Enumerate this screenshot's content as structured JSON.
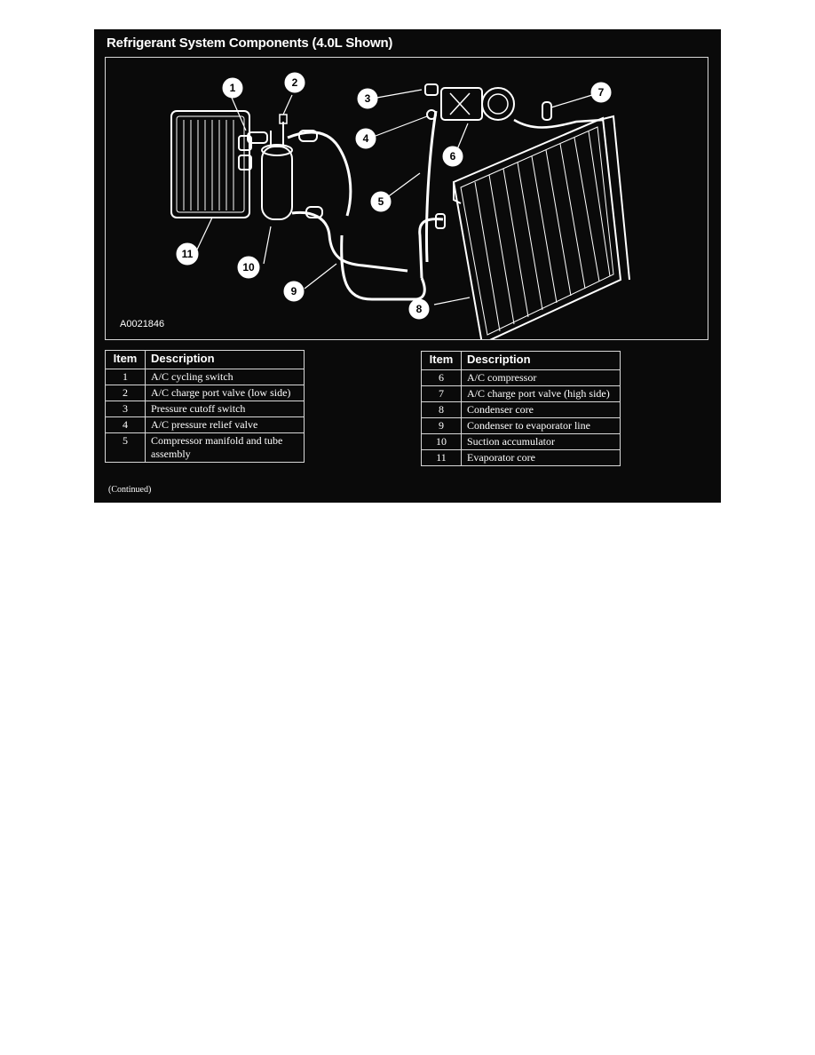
{
  "title": "Refrigerant System Components (4.0L Shown)",
  "figure_code": "A0021846",
  "callouts": [
    "1",
    "2",
    "3",
    "4",
    "5",
    "6",
    "7",
    "8",
    "9",
    "10",
    "11"
  ],
  "legend_left": {
    "header_item": "Item",
    "header_description": "Description",
    "rows": [
      {
        "item": "1",
        "description": "A/C cycling switch"
      },
      {
        "item": "2",
        "description": "A/C charge port valve (low side)"
      },
      {
        "item": "3",
        "description": "Pressure cutoff switch"
      },
      {
        "item": "4",
        "description": "A/C pressure relief valve"
      },
      {
        "item": "5",
        "description": "Compressor manifold and tube assembly"
      }
    ]
  },
  "legend_right": {
    "header_item": "Item",
    "header_description": "Description",
    "rows": [
      {
        "item": "6",
        "description": "A/C compressor"
      },
      {
        "item": "7",
        "description": "A/C charge port valve (high side)"
      },
      {
        "item": "8",
        "description": "Condenser core"
      },
      {
        "item": "9",
        "description": "Condenser to evaporator line"
      },
      {
        "item": "10",
        "description": "Suction accumulator"
      },
      {
        "item": "11",
        "description": "Evaporator core"
      }
    ]
  },
  "continued": "(Continued)",
  "colors": {
    "background": "#0a0a0a",
    "line": "#ffffff"
  }
}
